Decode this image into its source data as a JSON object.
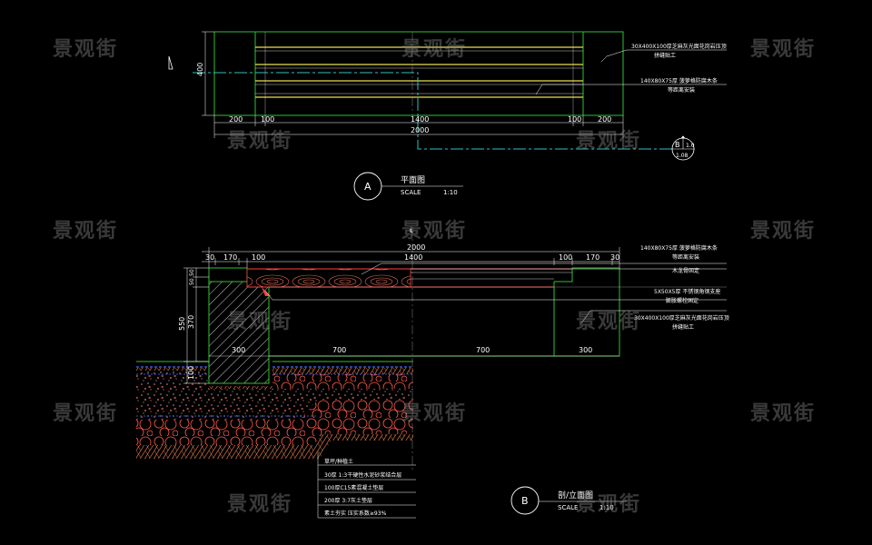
{
  "drawing": {
    "plan": {
      "title": "平面图",
      "scale_label": "SCALE",
      "scale_value": "1:10",
      "marker": "A",
      "dims_top": "400",
      "dims_bottom": [
        "200",
        "100",
        "1400",
        "100",
        "200"
      ],
      "dim_total": "2000",
      "notes": [
        [
          "30X400X100厚芝麻灰光面花岗岩压顶",
          "拼缝贴工"
        ],
        [
          "140X80X75厚 菠萝格防腐木条",
          "等距离安装"
        ]
      ],
      "section_marker_top": "B",
      "section_marker_right": "1.0",
      "section_marker_bottom": "1.08"
    },
    "section": {
      "title": "剖/立面图",
      "scale_label": "SCALE",
      "scale_value": "1:10",
      "marker": "B",
      "dim_total": "2000",
      "dims_top": [
        "30",
        "170",
        "100",
        "1400",
        "100",
        "170",
        "30"
      ],
      "dims_left": [
        "50",
        "50",
        "370",
        "550",
        "100"
      ],
      "dims_bottom": [
        "300",
        "700",
        "700",
        "300"
      ],
      "notes": [
        [
          "140X80X75厚 菠萝格防腐木条",
          "等距离安装"
        ],
        [
          "木龙骨固定"
        ],
        [
          "5X50X5厚 不锈钢角钢支座",
          "膨胀螺栓固定"
        ],
        [
          "30X400X100厚芝麻灰光面花岗岩压顶",
          "拼缝贴工"
        ]
      ],
      "layers": [
        "草坪/种植土",
        "30厚 1:3干硬性水泥砂浆结合层",
        "100厚C15素混凝土垫层",
        "200厚 3:7灰土垫层",
        "素土夯实 压实系数≥93%"
      ]
    }
  },
  "watermark": "景观街"
}
